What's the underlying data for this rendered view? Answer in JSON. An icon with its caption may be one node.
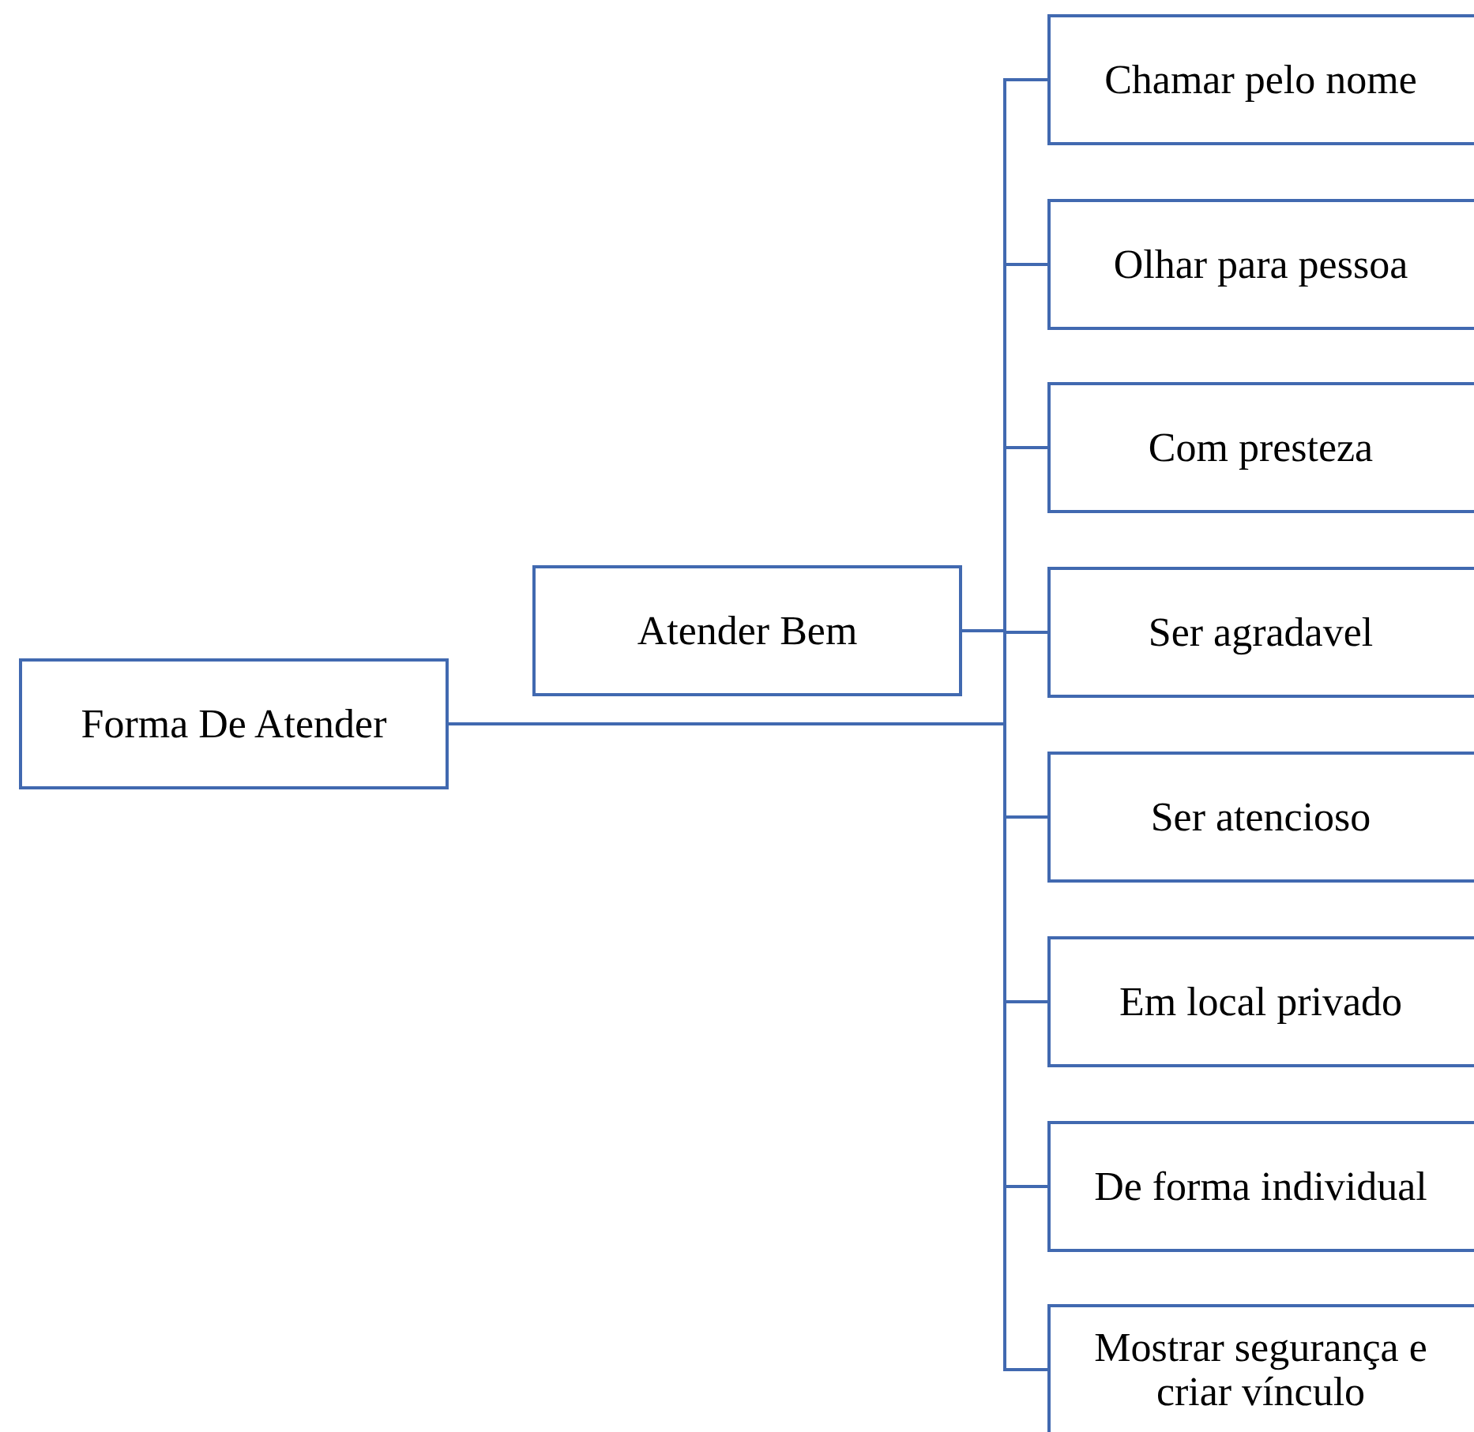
{
  "diagram": {
    "nodes": [
      {
        "text": [
          "Forma De Atender"
        ]
      },
      {
        "text": [
          "Atender Bem"
        ]
      },
      {
        "text": [
          "Chamar pelo nome"
        ]
      },
      {
        "text": [
          "Olhar para pessoa"
        ]
      },
      {
        "text": [
          "Com presteza"
        ]
      },
      {
        "text": [
          "Ser agradavel"
        ]
      },
      {
        "text": [
          "Ser atencioso"
        ]
      },
      {
        "text": [
          "Em local privado"
        ]
      },
      {
        "text": [
          "De forma individual"
        ]
      },
      {
        "text": [
          "Mostrar segurança e criar vínculo"
        ]
      }
    ],
    "edges": [
      {
        "from": 0,
        "to": 1,
        "arrow": "none"
      },
      {
        "from": 0,
        "to": 2,
        "arrow": "none"
      },
      {
        "from": 0,
        "to": 3,
        "arrow": "none"
      },
      {
        "from": 0,
        "to": 4,
        "arrow": "none"
      },
      {
        "from": 0,
        "to": 5,
        "arrow": "none"
      },
      {
        "from": 0,
        "to": 6,
        "arrow": "none"
      },
      {
        "from": 0,
        "to": 7,
        "arrow": "none"
      },
      {
        "from": 0,
        "to": 8,
        "arrow": "none"
      },
      {
        "from": 0,
        "to": 9,
        "arrow": "none"
      }
    ]
  }
}
